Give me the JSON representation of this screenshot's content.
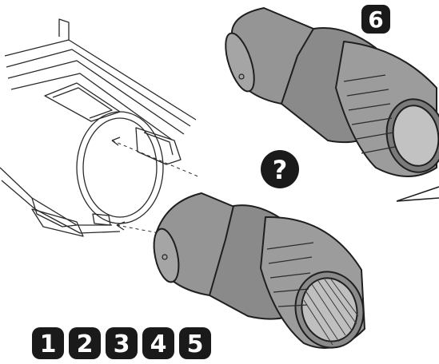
{
  "figure": {
    "question_mark": "?",
    "candidate_label": "6",
    "sequence_labels": [
      "1",
      "2",
      "3",
      "4",
      "5"
    ]
  },
  "colors": {
    "line": "#1f1f1f",
    "tube_fill": "#8f8f8f",
    "tube_light": "#b4b4b4",
    "tube_dark": "#6b6b6b",
    "badge_fill": "#1a1a1a",
    "badge_text": "#ffffff"
  }
}
